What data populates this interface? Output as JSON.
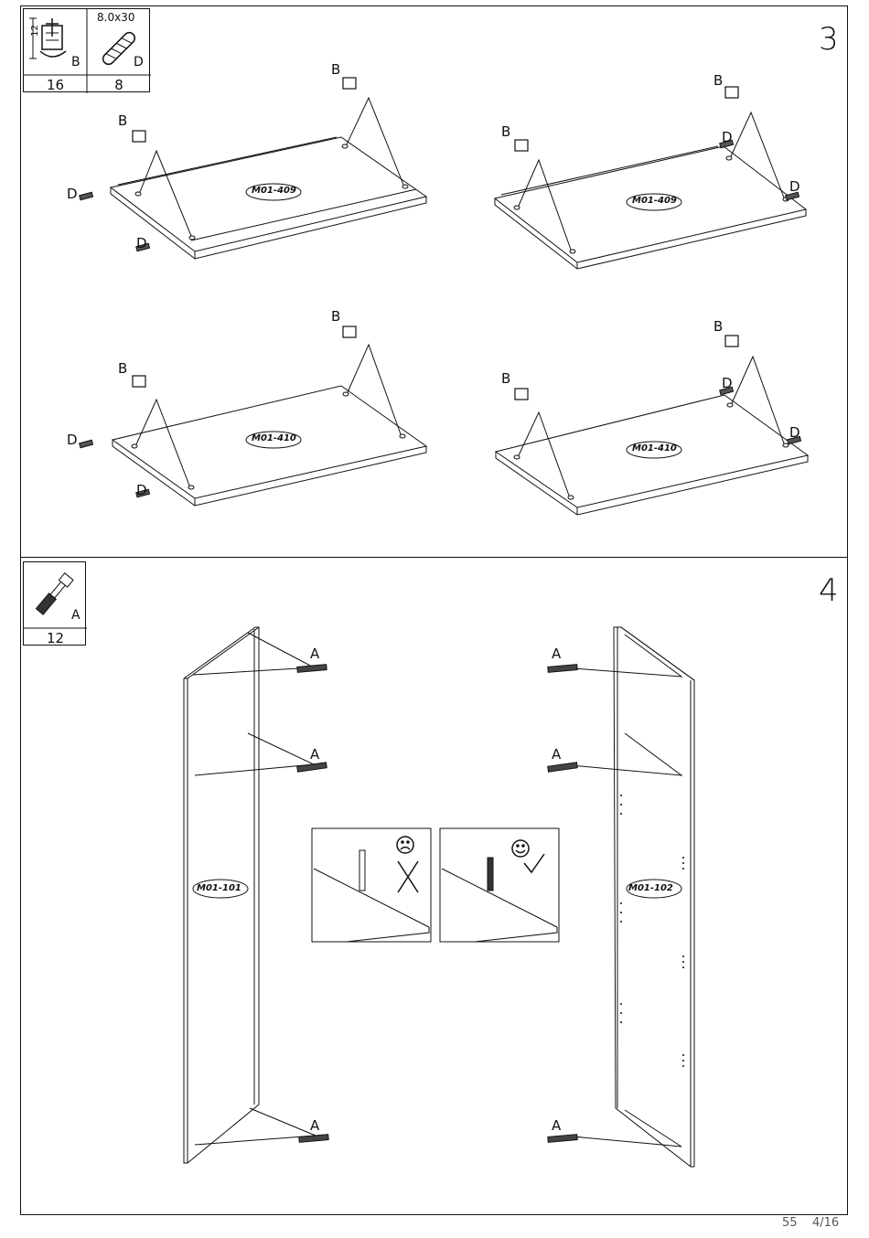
{
  "step3": {
    "number": "3",
    "parts": [
      {
        "icon": "cam-lock-icon",
        "letter": "B",
        "dimension": "12",
        "count": "16"
      },
      {
        "icon": "wooden-dowel-icon",
        "letter": "D",
        "dimension": "8.0x30",
        "count": "8"
      }
    ],
    "panels": [
      {
        "code": "M01-409"
      },
      {
        "code": "M01-409"
      },
      {
        "code": "M01-410"
      },
      {
        "code": "M01-410"
      }
    ],
    "callout_cam": "B",
    "callout_dowel": "D"
  },
  "step4": {
    "number": "4",
    "parts": [
      {
        "icon": "cam-bolt-icon",
        "letter": "A",
        "count": "12"
      }
    ],
    "left_panel": "M01-101",
    "right_panel": "M01-102",
    "callout_bolt": "A",
    "detail_wrong_icon": "sad-face-icon",
    "detail_right_icon": "smiley-face-icon"
  },
  "footer": {
    "code": "55",
    "page": "4/16"
  }
}
